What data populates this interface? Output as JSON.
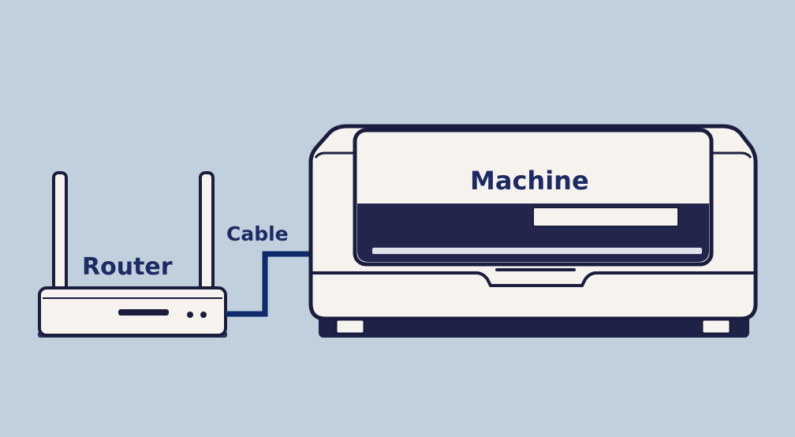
{
  "labels": {
    "router": "Router",
    "cable": "Cable",
    "machine": "Machine"
  },
  "colors": {
    "background": "#c0d0dc",
    "device_body": "#f6f3ee",
    "outline": "#1b1d3f",
    "cable": "#0e2a6b",
    "label_text": "#1d2a63"
  }
}
